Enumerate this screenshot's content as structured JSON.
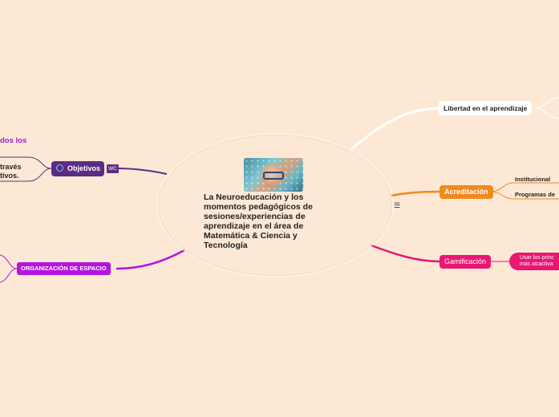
{
  "center": {
    "title": "La Neuroeducación y los momentos pedagógicos de sesiones/experiencias de aprendizaje en el área de Matemática & Ciencia y Tecnología",
    "image_icon": "child-with-glasses-photo",
    "menu_icon": "☰"
  },
  "right_nodes": {
    "libertad": "Libertad en el aprendizaje",
    "acreditacion": "Acreditación",
    "acreditacion_children": [
      "Institucional",
      "Programas de"
    ],
    "gamificacion": "Gamificación",
    "gamificacion_child": [
      "Usar los princ",
      "más atractiva"
    ]
  },
  "left_nodes": {
    "top_partial": "dos los",
    "objetivos": "Objetivos",
    "objetivos_badge": "WC",
    "objetivos_child": [
      "través",
      "tivos."
    ],
    "organizacion": "ORGANIZACIÓN DE ESPACIO"
  },
  "colors": {
    "background": "#fde8d6",
    "orange": "#f08a1c",
    "pink": "#ea1673",
    "purple_dark": "#5a2d82",
    "purple_bright": "#b314e0",
    "white_branch": "#ffffff"
  }
}
